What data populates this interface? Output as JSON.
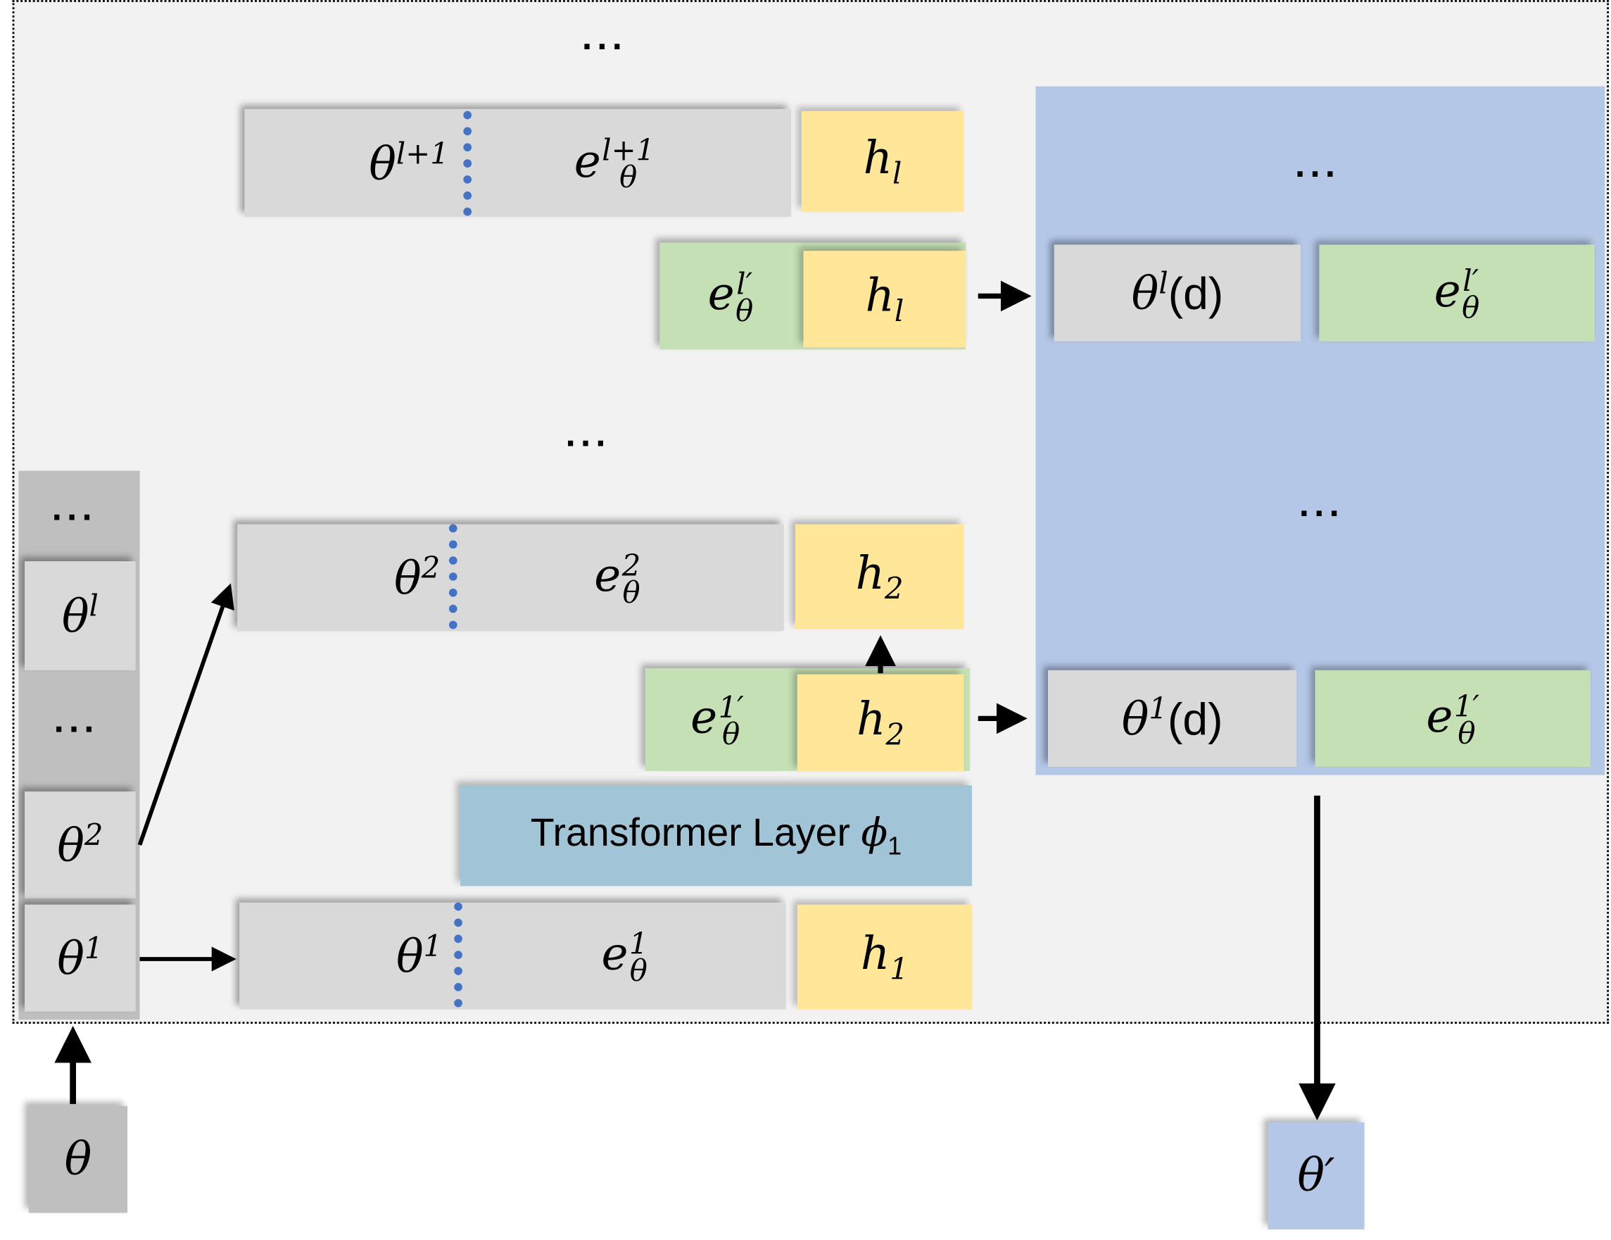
{
  "diagram": {
    "title": "Layer-wise parameter encoding with transformer layers",
    "ellipsis": "...",
    "input": {
      "symbol": "θ"
    },
    "output": {
      "symbol": "θ′"
    },
    "layer_stack": {
      "items": [
        {
          "base": "θ",
          "sup": "l"
        },
        {
          "base": "θ",
          "sup": "2"
        },
        {
          "base": "θ",
          "sup": "1"
        }
      ]
    },
    "rows": {
      "row_l1": {
        "theta": {
          "base": "θ",
          "sup": "l+1"
        },
        "emb": {
          "base": "e",
          "sup": "l+1",
          "sub": "θ"
        },
        "h": {
          "base": "h",
          "sub": "l"
        }
      },
      "row_l_out": {
        "emb": {
          "base": "e",
          "sup": "l′",
          "sub": "θ"
        },
        "h": {
          "base": "h",
          "sub": "l"
        }
      },
      "row_2": {
        "theta": {
          "base": "θ",
          "sup": "2"
        },
        "emb": {
          "base": "e",
          "sup": "2",
          "sub": "θ"
        },
        "h": {
          "base": "h",
          "sub": "2"
        }
      },
      "row_1_out": {
        "emb": {
          "base": "e",
          "sup": "1′",
          "sub": "θ"
        },
        "h": {
          "base": "h",
          "sub": "2"
        }
      },
      "row_1": {
        "theta": {
          "base": "θ",
          "sup": "1"
        },
        "emb": {
          "base": "e",
          "sup": "1",
          "sub": "θ"
        },
        "h": {
          "base": "h",
          "sub": "1"
        }
      }
    },
    "transformer": {
      "label": "Transformer Layer ",
      "symbol": "ϕ",
      "sub": "1"
    },
    "decoder_panel": {
      "rows": [
        {
          "theta": {
            "base": "θ",
            "sup": "l",
            "suffix": "(d)"
          },
          "emb": {
            "base": "e",
            "sup": "l′",
            "sub": "θ"
          }
        },
        {
          "theta": {
            "base": "θ",
            "sup": "1",
            "suffix": "(d)"
          },
          "emb": {
            "base": "e",
            "sup": "1′",
            "sub": "θ"
          }
        }
      ]
    },
    "colors": {
      "frame_bg": "#f2f2f2",
      "gray_block": "#d9d9d9",
      "hidden_state": "#ffe699",
      "embedding_out": "#c5e0b4",
      "transformer": "#a1c4d6",
      "decoder_panel": "#b4c7e7",
      "divider": "#4472c4"
    }
  }
}
